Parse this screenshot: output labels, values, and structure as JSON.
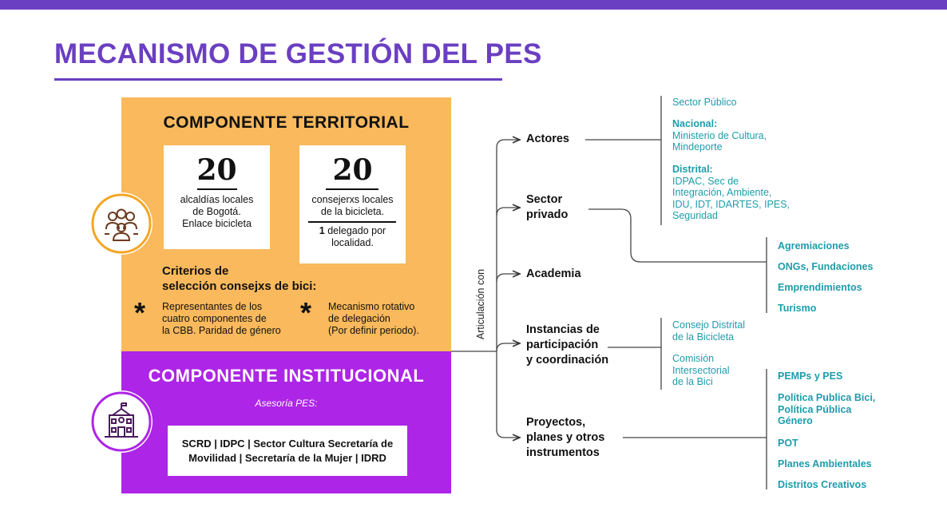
{
  "title": "MECANISMO DE GESTIÓN DEL PES",
  "territorial": {
    "title": "COMPONENTE TERRITORIAL",
    "box1": {
      "number": "20",
      "line1": "alcaldías locales",
      "line2": "de Bogotá.",
      "line3": "Enlace bicicleta"
    },
    "box2": {
      "number": "20",
      "line1": "consejerxs locales",
      "line2": "de la bicicleta.",
      "line3_bold": "1",
      "line3": " delegado por",
      "line4": "localidad."
    },
    "criteria_title_1": "Criterios de",
    "criteria_title_2": "selección consejxs de bici:",
    "asterisk": "*",
    "criterion1": [
      "Representantes de los",
      "cuatro componentes de",
      "la CBB. Paridad de género"
    ],
    "criterion2": [
      "Mecanismo rotativo",
      "de delegación",
      "(Por definir periodo)."
    ]
  },
  "institutional": {
    "title": "COMPONENTE INSTITUCIONAL",
    "subtitle": "Asesoría PES:",
    "members_line1": "SCRD | IDPC | Sector Cultura Secretaría de",
    "members_line2": "Movilidad | Secretaría de la Mujer | IDRD"
  },
  "articulation_label": "Articulación con",
  "categories": {
    "actores": "Actores",
    "sector_privado_1": "Sector",
    "sector_privado_2": "privado",
    "academia": "Academia",
    "instancias_1": "Instancias de",
    "instancias_2": "participación",
    "instancias_3": "y coordinación",
    "proyectos_1": "Proyectos,",
    "proyectos_2": "planes y otros",
    "proyectos_3": "instrumentos"
  },
  "actores_details": {
    "sector_publico": "Sector Público",
    "nacional_label": "Nacional:",
    "nacional_1": "Ministerio de Cultura,",
    "nacional_2": "Mindeporte",
    "distrital_label": "Distrital:",
    "distrital_1": "IDPAC, Sec de",
    "distrital_2": "Integración, Ambiente,",
    "distrital_3": "IDU, IDT, IDARTES, IPES,",
    "distrital_4": "Seguridad"
  },
  "privado_details": [
    "Agremiaciones",
    "ONGs, Fundaciones",
    "Emprendimientos",
    "Turismo"
  ],
  "instancias_details": {
    "consejo_1": "Consejo Distrital",
    "consejo_2": "de la Bicicleta",
    "comision_1": "Comisión",
    "comision_2": "Intersectorial",
    "comision_3": "de la Bici"
  },
  "proyectos_details": {
    "pemps": "PEMPs y PES",
    "politica_1": "Política Publica Bici,",
    "politica_2": "Política Pública",
    "politica_3": "Género",
    "pot": "POT",
    "ambientales": "Planes Ambientales",
    "distritos": "Distritos Creativos"
  },
  "colors": {
    "accent": "#6a3fc1",
    "territorial_bg": "#f9b95c",
    "institutional_bg": "#ad25e6",
    "teal": "#1d9dab"
  },
  "icons": [
    "people-group-icon",
    "school-building-icon"
  ]
}
